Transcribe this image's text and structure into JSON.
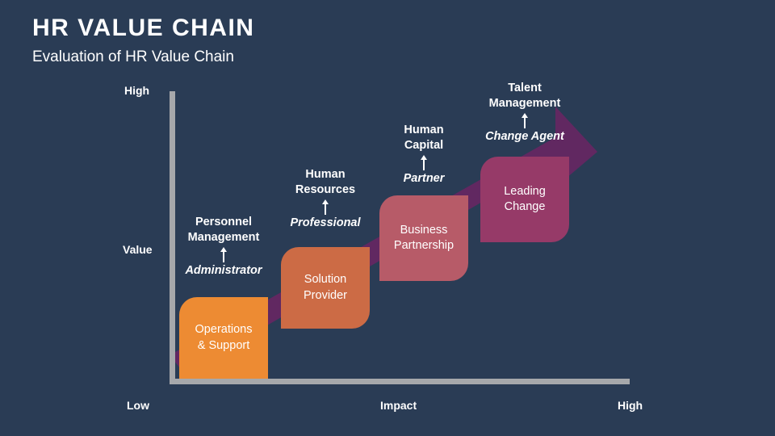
{
  "header": {
    "title": "HR VALUE CHAIN",
    "subtitle": "Evaluation of HR Value Chain"
  },
  "axes": {
    "y_top_label": "High",
    "y_axis_label": "Value",
    "x_left_label": "Low",
    "x_axis_label": "Impact",
    "x_right_label": "High",
    "axis_color": "#a6a8ab"
  },
  "theme": {
    "background": "#2a3c55",
    "connector_purple": "#612861",
    "text": "#ffffff"
  },
  "chart_data": {
    "type": "diagram",
    "title": "HR VALUE CHAIN",
    "xlabel": "Impact",
    "ylabel": "Value",
    "xlim": [
      "Low",
      "High"
    ],
    "ylim": [
      "",
      "High"
    ],
    "stages": [
      {
        "id": 1,
        "box_label": "Operations\n& Support",
        "box_line1": "Operations",
        "box_line2": "& Support",
        "callout_title_line1": "Personnel",
        "callout_title_line2": "Management",
        "callout_role": "Administrator",
        "color": "#ed8b33",
        "impact": 1,
        "value": 1
      },
      {
        "id": 2,
        "box_label": "Solution\nProvider",
        "box_line1": "Solution",
        "box_line2": "Provider",
        "callout_title_line1": "Human",
        "callout_title_line2": "Resources",
        "callout_role": "Professional",
        "color": "#cc6b45",
        "impact": 2,
        "value": 2
      },
      {
        "id": 3,
        "box_label": "Business\nPartnership",
        "box_line1": "Business",
        "box_line2": "Partnership",
        "callout_title_line1": "Human",
        "callout_title_line2": "Capital",
        "callout_role": "Partner",
        "color": "#b75b68",
        "impact": 3,
        "value": 3
      },
      {
        "id": 4,
        "box_label": "Leading\nChange",
        "box_line1": "Leading",
        "box_line2": "Change",
        "callout_title_line1": "Talent",
        "callout_title_line2": "Management",
        "callout_role": "Change Agent",
        "color": "#963a68",
        "impact": 4,
        "value": 4
      }
    ]
  }
}
